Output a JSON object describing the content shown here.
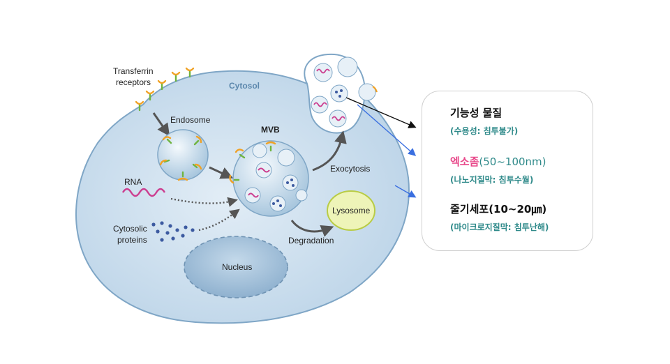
{
  "diagram": {
    "labels": {
      "transferrin": "Transferrin",
      "receptors": "receptors",
      "cytosol": "Cytosol",
      "endosome": "Endosome",
      "mvb": "MVB",
      "rna": "RNA",
      "cytosolic": "Cytosolic",
      "proteins": "proteins",
      "exocytosis": "Exocytosis",
      "lysosome": "Lysosome",
      "degradation": "Degradation",
      "nucleus": "Nucleus"
    },
    "colors": {
      "cell_fill": "#cfe0ee",
      "cell_stroke": "#7fa6c6",
      "receptor_orange": "#f0a226",
      "receptor_green": "#6fb43f",
      "rna_pink": "#cc3d8f",
      "lysosome": "#eef4b8",
      "black_arrow": "#111111",
      "blue_arrow": "#3a6fe0"
    }
  },
  "panel": {
    "item1": {
      "title": "기능성 물질",
      "sub": "(수용성: 침투불가)"
    },
    "item2": {
      "title_pink": "엑소좀",
      "title_rest": "(50~100nm)",
      "sub": "(나노지질막: 침투수월)"
    },
    "item3": {
      "title": "줄기세포(10~20㎛)",
      "sub": "(마이크로지질막: 침투난해)"
    }
  }
}
